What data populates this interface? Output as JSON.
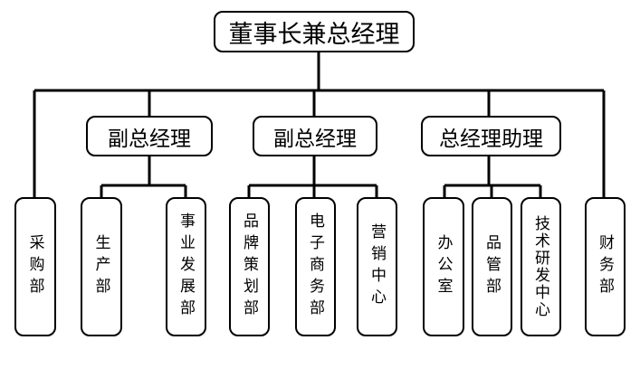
{
  "top": {
    "label": "董事长兼总经理"
  },
  "deputies": [
    {
      "label": "副总经理"
    },
    {
      "label": "副总经理"
    },
    {
      "label": "总经理助理"
    }
  ],
  "departments": [
    {
      "label": "采购部"
    },
    {
      "label": "生产部"
    },
    {
      "label": "事业发展部"
    },
    {
      "label": "品牌策划部"
    },
    {
      "label": "电子商务部"
    },
    {
      "label": "营销中心"
    },
    {
      "label": "办公室"
    },
    {
      "label": "品管部"
    },
    {
      "label": "技术研发中心"
    },
    {
      "label": "财务部"
    }
  ]
}
